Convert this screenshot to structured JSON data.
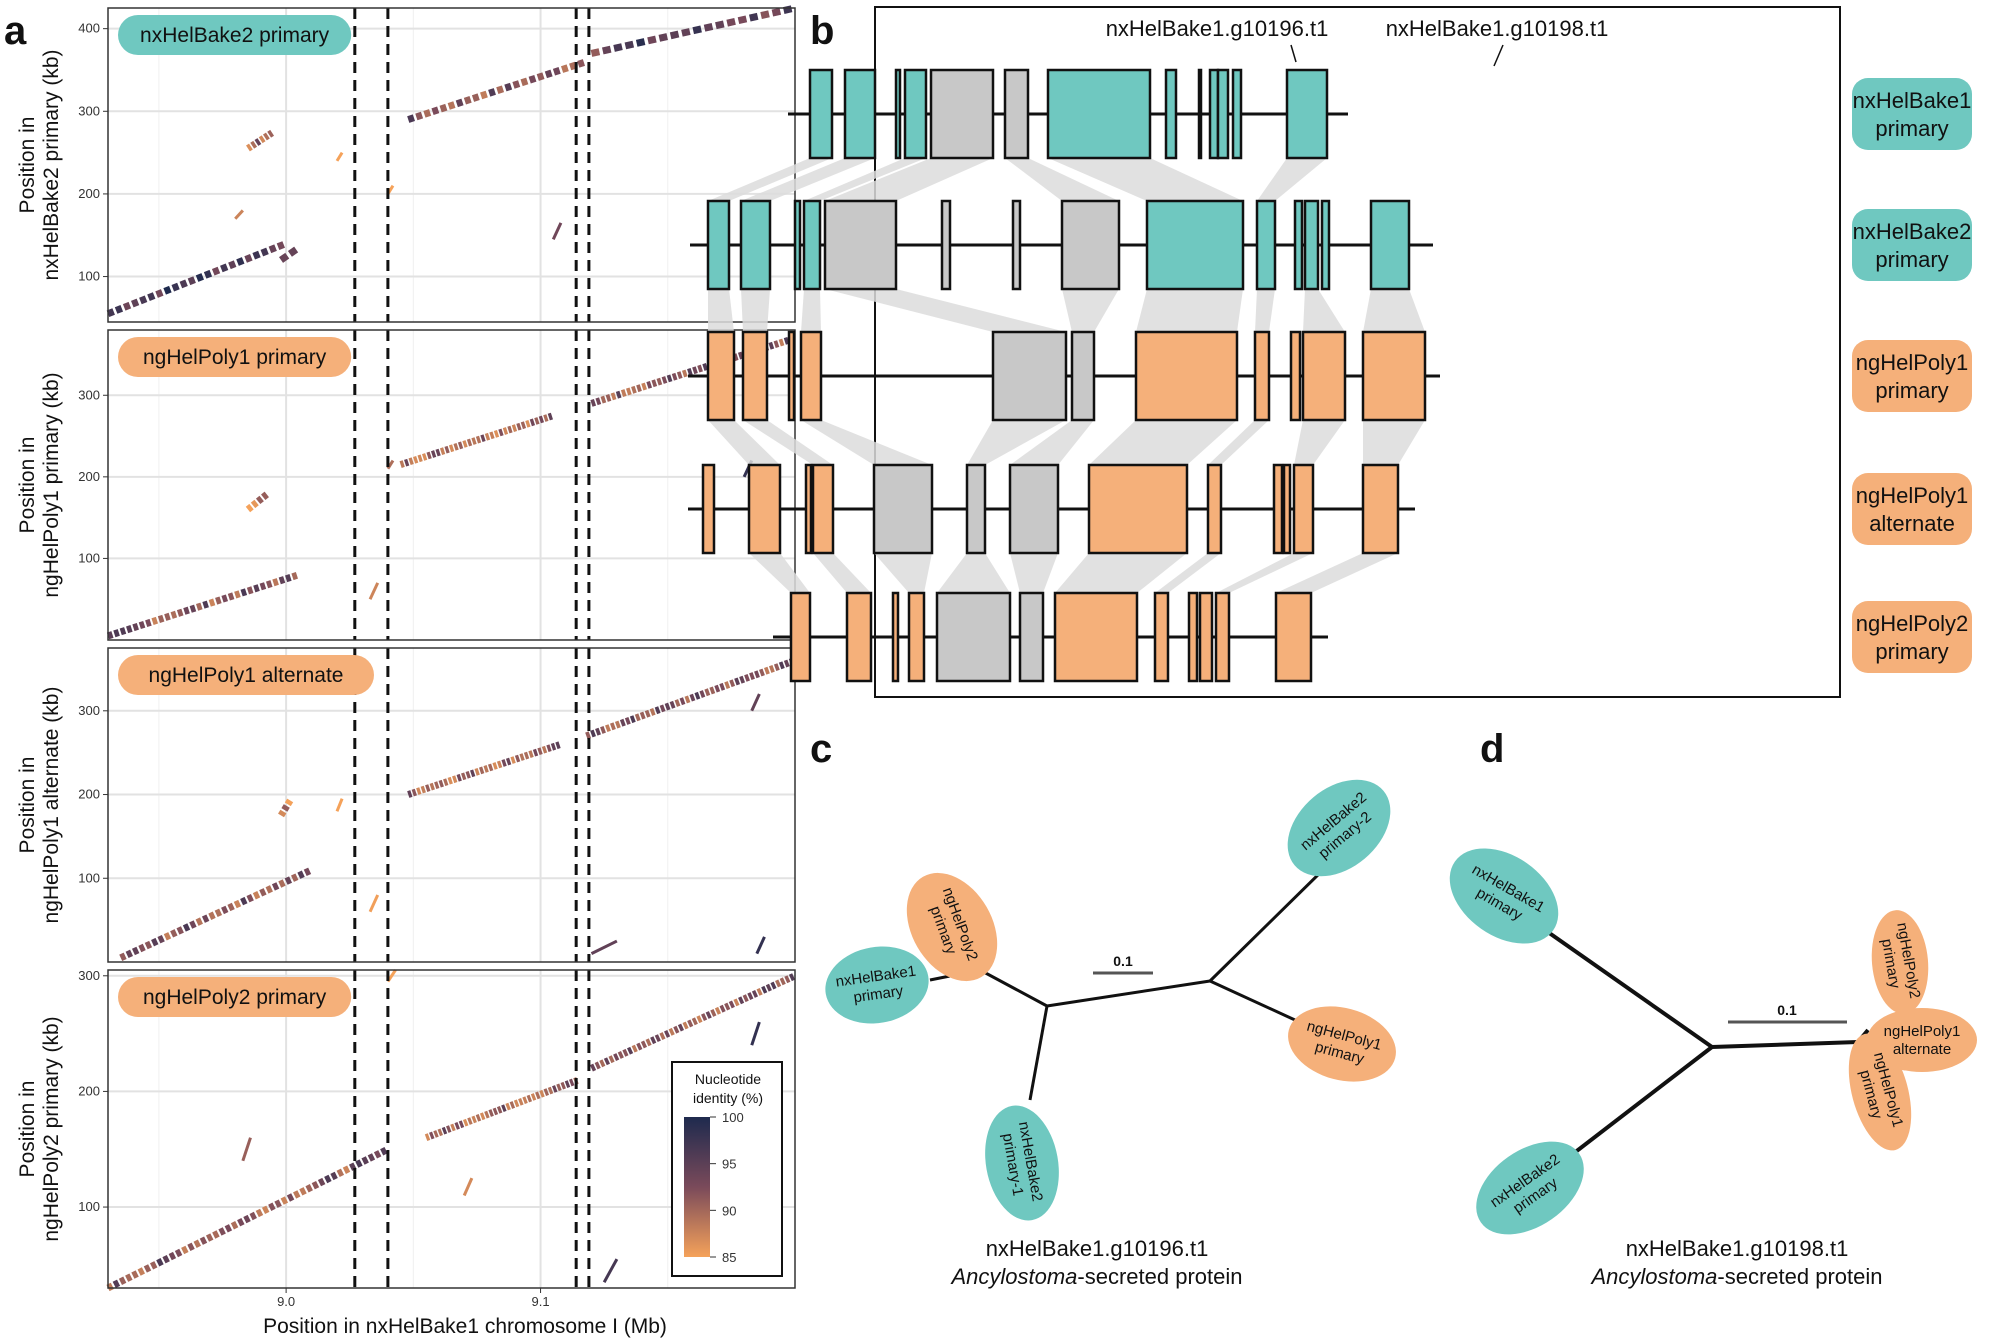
{
  "colors": {
    "teal": "#6fc8c0",
    "orange": "#f5b07a",
    "grey_exon": "#c8c8c8",
    "link": "#dcdcdc",
    "identity_high": "#1e2a4e",
    "identity_mid": "#7a4a5a",
    "identity_low": "#f5a25a"
  },
  "panel_labels": [
    "a",
    "b",
    "c",
    "d"
  ],
  "chart_data": [
    {
      "type": "scatter",
      "panel": "a",
      "xlabel": "Position in nxHelBake1 chromosome I (Mb)",
      "x_ticks": [
        "9.0",
        "9.1"
      ],
      "xlim": [
        8.93,
        9.2
      ],
      "dashed_x": [
        9.027,
        9.04,
        9.114,
        9.119
      ],
      "legend": {
        "title": [
          "Nucleotide",
          "identity (%)"
        ],
        "ticks": [
          "100",
          "95",
          "90",
          "85"
        ],
        "range": [
          85,
          100
        ],
        "position": "bottom-right"
      },
      "grid": true,
      "facets": [
        {
          "name": "nxHelBake2 primary",
          "color": "teal",
          "ylabel": [
            "Position in",
            "nxHelBake2 primary (kb)"
          ],
          "y_ticks": [
            "100",
            "200",
            "300",
            "400"
          ],
          "ylim": [
            45,
            425
          ],
          "segments": [
            {
              "x": [
                8.93,
                9.0
              ],
              "y": [
                55,
                140
              ],
              "n": 22,
              "id": 97
            },
            {
              "x": [
                8.998,
                9.005
              ],
              "y": [
                120,
                135
              ],
              "n": 2,
              "id": 90
            },
            {
              "x": [
                8.985,
                8.995
              ],
              "y": [
                255,
                275
              ],
              "n": 6,
              "id": 90
            },
            {
              "x": [
                8.98,
                8.983
              ],
              "y": [
                170,
                180
              ],
              "n": 1,
              "id": 86
            },
            {
              "x": [
                9.02,
                9.022
              ],
              "y": [
                240,
                250
              ],
              "n": 1,
              "id": 86
            },
            {
              "x": [
                9.04,
                9.042
              ],
              "y": [
                200,
                210
              ],
              "n": 1,
              "id": 86
            },
            {
              "x": [
                9.048,
                9.118
              ],
              "y": [
                290,
                360
              ],
              "n": 22,
              "id": 92
            },
            {
              "x": [
                9.105,
                9.108
              ],
              "y": [
                145,
                165
              ],
              "n": 1,
              "id": 97
            },
            {
              "x": [
                9.12,
                9.2
              ],
              "y": [
                370,
                425
              ],
              "n": 18,
              "id": 95
            }
          ]
        },
        {
          "name": "ngHelPoly1 primary",
          "color": "orange",
          "ylabel": [
            "Position in",
            "ngHelPoly1 primary (kb)"
          ],
          "y_ticks": [
            "100",
            "200",
            "300"
          ],
          "ylim": [
            0,
            380
          ],
          "segments": [
            {
              "x": [
                8.93,
                9.005
              ],
              "y": [
                5,
                80
              ],
              "n": 30,
              "id": 92
            },
            {
              "x": [
                8.985,
                8.993
              ],
              "y": [
                160,
                180
              ],
              "n": 4,
              "id": 89
            },
            {
              "x": [
                9.033,
                9.036
              ],
              "y": [
                50,
                70
              ],
              "n": 1,
              "id": 86
            },
            {
              "x": [
                9.04,
                9.042
              ],
              "y": [
                210,
                220
              ],
              "n": 1,
              "id": 86
            },
            {
              "x": [
                9.045,
                9.105
              ],
              "y": [
                215,
                275
              ],
              "n": 34,
              "id": 91
            },
            {
              "x": [
                9.12,
                9.2
              ],
              "y": [
                290,
                370
              ],
              "n": 40,
              "id": 92
            },
            {
              "x": [
                9.18,
                9.183
              ],
              "y": [
                200,
                220
              ],
              "n": 1,
              "id": 97
            }
          ]
        },
        {
          "name": "ngHelPoly1 alternate",
          "color": "orange",
          "ylabel": [
            "Position in",
            "ngHelPoly1 alternate (kb)"
          ],
          "y_ticks": [
            "100",
            "200",
            "300"
          ],
          "ylim": [
            0,
            375
          ],
          "segments": [
            {
              "x": [
                8.935,
                9.01
              ],
              "y": [
                5,
                110
              ],
              "n": 30,
              "id": 92
            },
            {
              "x": [
                8.998,
                9.002
              ],
              "y": [
                175,
                195
              ],
              "n": 3,
              "id": 88
            },
            {
              "x": [
                9.02,
                9.022
              ],
              "y": [
                180,
                195
              ],
              "n": 1,
              "id": 86
            },
            {
              "x": [
                9.033,
                9.036
              ],
              "y": [
                60,
                80
              ],
              "n": 1,
              "id": 86
            },
            {
              "x": [
                9.048,
                9.108
              ],
              "y": [
                200,
                260
              ],
              "n": 34,
              "id": 91
            },
            {
              "x": [
                9.118,
                9.2
              ],
              "y": [
                270,
                360
              ],
              "n": 42,
              "id": 92
            },
            {
              "x": [
                9.12,
                9.13
              ],
              "y": [
                10,
                25
              ],
              "n": 1,
              "id": 95
            },
            {
              "x": [
                9.185,
                9.188
              ],
              "y": [
                10,
                30
              ],
              "n": 1,
              "id": 95
            },
            {
              "x": [
                9.183,
                9.186
              ],
              "y": [
                300,
                320
              ],
              "n": 1,
              "id": 95
            }
          ]
        },
        {
          "name": "ngHelPoly2 primary",
          "color": "orange",
          "ylabel": [
            "Position in",
            "ngHelPoly2 primary (kb)"
          ],
          "y_ticks": [
            "100",
            "200",
            "300"
          ],
          "ylim": [
            30,
            305
          ],
          "segments": [
            {
              "x": [
                8.93,
                9.04
              ],
              "y": [
                30,
                150
              ],
              "n": 45,
              "id": 92
            },
            {
              "x": [
                8.983,
                8.986
              ],
              "y": [
                140,
                160
              ],
              "n": 1,
              "id": 95
            },
            {
              "x": [
                9.04,
                9.043
              ],
              "y": [
                295,
                305
              ],
              "n": 1,
              "id": 86
            },
            {
              "x": [
                9.07,
                9.073
              ],
              "y": [
                110,
                125
              ],
              "n": 1,
              "id": 86
            },
            {
              "x": [
                9.055,
                9.115
              ],
              "y": [
                160,
                210
              ],
              "n": 36,
              "id": 91
            },
            {
              "x": [
                9.12,
                9.2
              ],
              "y": [
                220,
                300
              ],
              "n": 44,
              "id": 92
            },
            {
              "x": [
                9.125,
                9.13
              ],
              "y": [
                35,
                55
              ],
              "n": 1,
              "id": 95
            },
            {
              "x": [
                9.183,
                9.186
              ],
              "y": [
                240,
                260
              ],
              "n": 1,
              "id": 95
            }
          ]
        }
      ]
    },
    {
      "type": "table",
      "panel": "b",
      "gene_labels": [
        "nxHelBake1.g10196.t1",
        "nxHelBake1.g10198.t1"
      ],
      "tracks": [
        {
          "name": [
            "nxHelBake1",
            "primary"
          ],
          "color": "teal",
          "line": [
            788,
            1348
          ],
          "exons": [
            [
              810,
              832,
              "c"
            ],
            [
              845,
              875,
              "c"
            ],
            [
              896,
              900,
              "c"
            ],
            [
              905,
              926,
              "c"
            ],
            [
              931,
              993,
              "g"
            ],
            [
              1005,
              1028,
              "g"
            ],
            [
              1048,
              1150,
              "c"
            ],
            [
              1166,
              1176,
              "c"
            ],
            [
              1199,
              1201,
              "c"
            ],
            [
              1210,
              1218,
              "c"
            ],
            [
              1218,
              1228,
              "c"
            ],
            [
              1233,
              1241,
              "c"
            ],
            [
              1287,
              1327,
              "c"
            ]
          ]
        },
        {
          "name": [
            "nxHelBake2",
            "primary"
          ],
          "color": "teal",
          "line": [
            690,
            1433
          ],
          "exons": [
            [
              708,
              729,
              "c"
            ],
            [
              741,
              770,
              "c"
            ],
            [
              795,
              800,
              "c"
            ],
            [
              804,
              820,
              "c"
            ],
            [
              825,
              896,
              "g"
            ],
            [
              942,
              950,
              "g"
            ],
            [
              1013,
              1020,
              "g"
            ],
            [
              1062,
              1119,
              "g"
            ],
            [
              1147,
              1243,
              "c"
            ],
            [
              1257,
              1275,
              "c"
            ],
            [
              1295,
              1302,
              "c"
            ],
            [
              1305,
              1318,
              "c"
            ],
            [
              1322,
              1329,
              "c"
            ],
            [
              1371,
              1409,
              "c"
            ]
          ]
        },
        {
          "name": [
            "ngHelPoly1",
            "primary"
          ],
          "color": "orange",
          "line": [
            688,
            1440
          ],
          "exons": [
            [
              708,
              734,
              "c"
            ],
            [
              743,
              767,
              "c"
            ],
            [
              789,
              794,
              "c"
            ],
            [
              801,
              821,
              "c"
            ],
            [
              993,
              1066,
              "g"
            ],
            [
              1072,
              1094,
              "g"
            ],
            [
              1136,
              1237,
              "c"
            ],
            [
              1255,
              1269,
              "c"
            ],
            [
              1291,
              1300,
              "c"
            ],
            [
              1303,
              1345,
              "c"
            ],
            [
              1363,
              1425,
              "c"
            ]
          ]
        },
        {
          "name": [
            "ngHelPoly1",
            "alternate"
          ],
          "color": "orange",
          "line": [
            688,
            1415
          ],
          "exons": [
            [
              703,
              714,
              "c"
            ],
            [
              749,
              780,
              "c"
            ],
            [
              806,
              811,
              "c"
            ],
            [
              813,
              833,
              "c"
            ],
            [
              874,
              932,
              "g"
            ],
            [
              967,
              985,
              "g"
            ],
            [
              1010,
              1058,
              "g"
            ],
            [
              1089,
              1187,
              "c"
            ],
            [
              1208,
              1221,
              "c"
            ],
            [
              1274,
              1282,
              "c"
            ],
            [
              1284,
              1290,
              "c"
            ],
            [
              1294,
              1313,
              "c"
            ],
            [
              1363,
              1398,
              "c"
            ]
          ]
        },
        {
          "name": [
            "ngHelPoly2",
            "primary"
          ],
          "color": "orange",
          "line": [
            773,
            1328
          ],
          "exons": [
            [
              791,
              810,
              "c"
            ],
            [
              847,
              871,
              "c"
            ],
            [
              893,
              898,
              "c"
            ],
            [
              909,
              924,
              "c"
            ],
            [
              937,
              1010,
              "g"
            ],
            [
              1020,
              1043,
              "g"
            ],
            [
              1055,
              1137,
              "c"
            ],
            [
              1155,
              1168,
              "c"
            ],
            [
              1189,
              1197,
              "c"
            ],
            [
              1200,
              1212,
              "c"
            ],
            [
              1216,
              1229,
              "c"
            ],
            [
              1276,
              1311,
              "c"
            ]
          ]
        }
      ]
    },
    {
      "type": "scatter",
      "panel": "c",
      "caption": [
        "nxHelBake1.g10196.t1",
        "Ancylostoma",
        "-secreted protein"
      ],
      "scale": "0.1",
      "leaves": [
        {
          "label": [
            "nxHelBake2",
            "primary-2"
          ],
          "color": "teal"
        },
        {
          "label": [
            "ngHelPoly2",
            "primary"
          ],
          "color": "orange"
        },
        {
          "label": [
            "nxHelBake1",
            "primary"
          ],
          "color": "teal"
        },
        {
          "label": [
            "ngHelPoly1",
            "primary"
          ],
          "color": "orange"
        },
        {
          "label": [
            "nxHelBake2",
            "primary-1"
          ],
          "color": "teal"
        }
      ]
    },
    {
      "type": "scatter",
      "panel": "d",
      "caption": [
        "nxHelBake1.g10198.t1",
        "Ancylostoma",
        "-secreted protein"
      ],
      "scale": "0.1",
      "leaves": [
        {
          "label": [
            "nxHelBake1",
            "primary"
          ],
          "color": "teal"
        },
        {
          "label": [
            "nxHelBake2",
            "primary"
          ],
          "color": "teal"
        },
        {
          "label": [
            "ngHelPoly2",
            "primary"
          ],
          "color": "orange"
        },
        {
          "label": [
            "ngHelPoly1",
            "alternate"
          ],
          "color": "orange"
        },
        {
          "label": [
            "ngHelPoly1",
            "primary"
          ],
          "color": "orange"
        }
      ]
    }
  ]
}
